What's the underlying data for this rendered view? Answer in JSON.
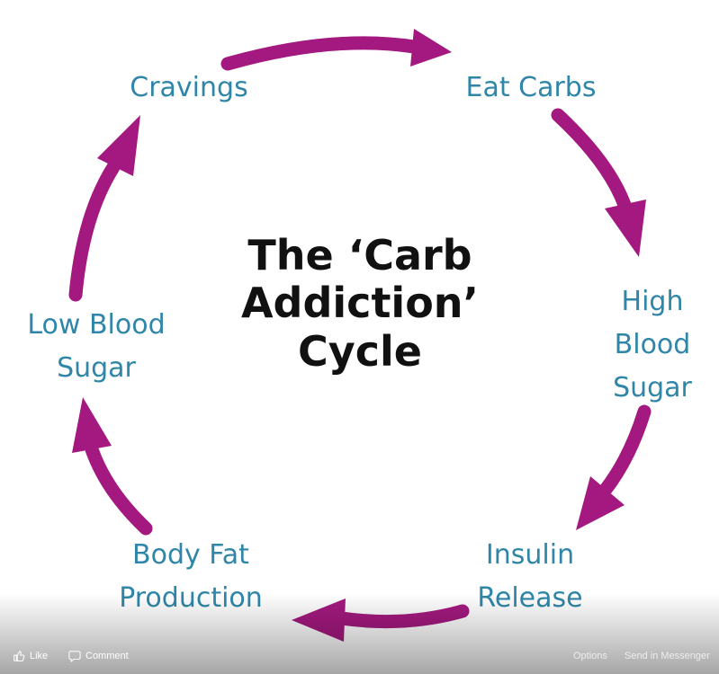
{
  "diagram": {
    "title": "The ‘Carb\nAddiction’\nCycle",
    "nodes": [
      {
        "label": "Eat Carbs"
      },
      {
        "label": "High\nBlood\nSugar"
      },
      {
        "label": "Insulin\nRelease"
      },
      {
        "label": "Body Fat\nProduction"
      },
      {
        "label": "Low Blood\nSugar"
      },
      {
        "label": "Cravings"
      }
    ],
    "colors": {
      "arrow": "#a4197f",
      "label": "#2f86a8",
      "title": "#111111"
    }
  },
  "viewer_bar": {
    "like_label": "Like",
    "comment_label": "Comment",
    "options_label": "Options",
    "send_label": "Send in Messenger",
    "icons": {
      "like": "thumbs-up-icon",
      "comment": "comment-bubble-icon"
    }
  }
}
